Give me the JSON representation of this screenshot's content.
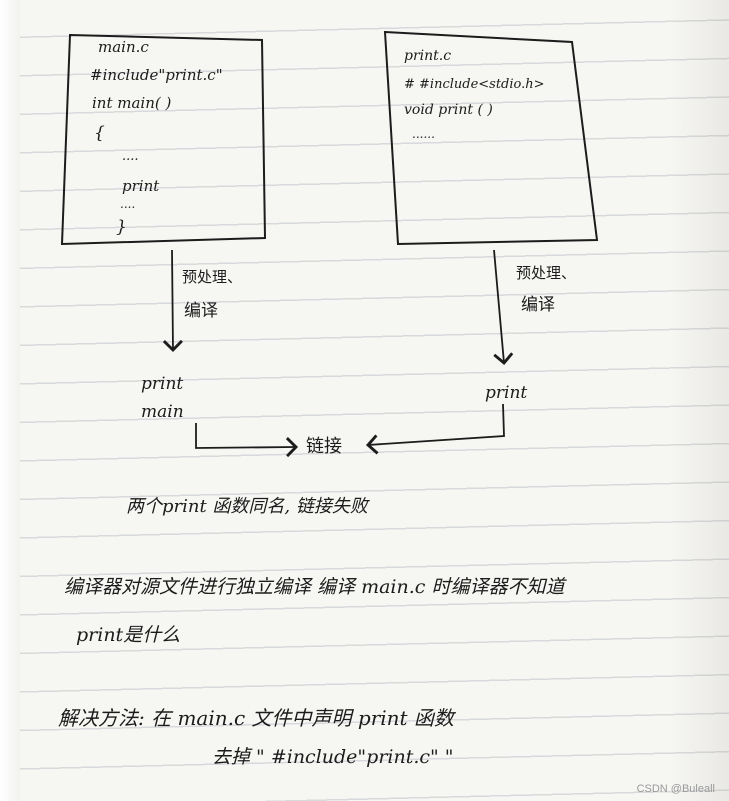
{
  "left_box": {
    "filename": "main.c",
    "lines": [
      "#include\"print.c\"",
      "int main(   )",
      "{",
      "....",
      "print",
      "....",
      "}"
    ]
  },
  "right_box": {
    "filename": "print.c",
    "lines": [
      "# #include<stdio.h>",
      "void print (      )",
      "......"
    ]
  },
  "left_arrow_label": [
    "预处理、",
    "编译"
  ],
  "right_arrow_label": [
    "预处理、",
    "编译"
  ],
  "left_outputs": [
    "print",
    "main"
  ],
  "right_output": "print",
  "link_label": "链接",
  "note1": "两个print 函数同名, 链接失败",
  "note2_line1": "编译器对源文件进行独立编译   编译 main.c 时编译器不知道",
  "note2_line2": "print是什么",
  "solution_line1": "解决方法: 在 main.c 文件中声明 print 函数",
  "solution_line2": "去掉 \" #include\"print.c\" \"",
  "watermark": "CSDN @Buleall"
}
